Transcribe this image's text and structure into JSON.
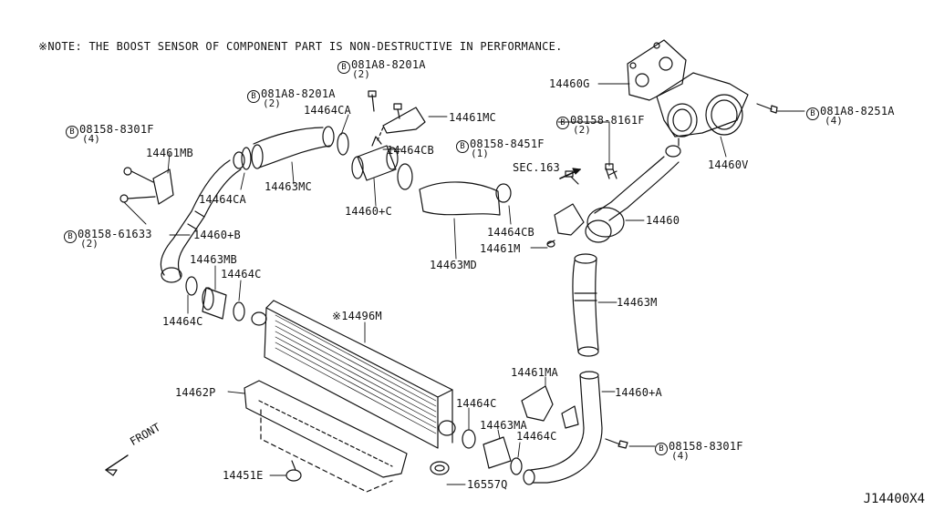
{
  "note": "※NOTE: THE BOOST SENSOR OF COMPONENT PART IS NON-DESTRUCTIVE IN PERFORMANCE.",
  "diagram_code": "J14400X4",
  "front_label": "FRONT",
  "bolt_symbol": "B",
  "labels": {
    "p14460G": "14460G",
    "p14460V": "14460V",
    "b081A8_8251A": "081A8-8251A",
    "b081A8_8251A_qty": "(4)",
    "b081A8_8201A_top": "081A8-8201A",
    "b081A8_8201A_top_qty": "(2)",
    "b081A8_8201A_left": "081A8-8201A",
    "b081A8_8201A_left_qty": "(2)",
    "p14461MC": "14461MC",
    "p14464CA_top": "14464CA",
    "b08158_8301F_top": "08158-8301F",
    "b08158_8301F_top_qty": "(4)",
    "b08158_8161F": "08158-8161F",
    "b08158_8161F_qty": "(2)",
    "p14461MB": "14461MB",
    "p14464CB_top": "14464CB",
    "b08158_8451F": "08158-8451F",
    "b08158_8451F_qty": "(1)",
    "sec163": "SEC.163",
    "p14463MC": "14463MC",
    "p14464CA_bottom": "14464CA",
    "p14460C": "14460+C",
    "p14460": "14460",
    "b08158_61633": "08158-61633",
    "b08158_61633_qty": "(2)",
    "p14460B": "14460+B",
    "p14464CB_bottom": "14464CB",
    "p14461M": "14461M",
    "p14463MD": "14463MD",
    "p14463MB": "14463MB",
    "p14464C_left": "14464C",
    "p14464C_leftlow": "14464C",
    "p14463M": "14463M",
    "p14496M": "※14496M",
    "p14461MA": "14461MA",
    "p14462P": "14462P",
    "p14460A": "14460+A",
    "p14464C_mid": "14464C",
    "p14463MA": "14463MA",
    "p14464C_right": "14464C",
    "b08158_8301F_bottom": "08158-8301F",
    "b08158_8301F_bottom_qty": "(4)",
    "p14451E": "14451E",
    "p16557Q": "16557Q"
  }
}
